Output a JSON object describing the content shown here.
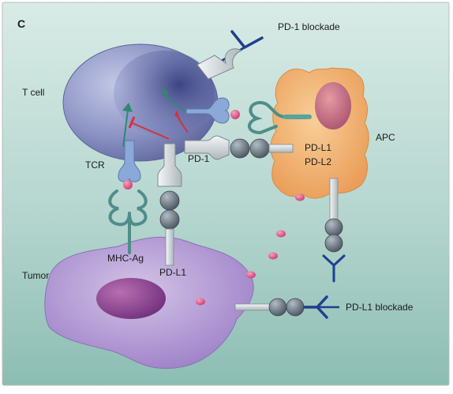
{
  "figure": {
    "panel_letter": "C",
    "labels": {
      "pd1_blockade": "PD-1 blockade",
      "t_cell": "T cell",
      "apc": "APC",
      "tcr": "TCR",
      "pd1": "PD-1",
      "pdl1_apc": "PD-L1",
      "pdl2_apc": "PD-L2",
      "mhc_ag": "MHC-Ag",
      "tumor": "Tumor",
      "pdl1_tumor": "PD-L1",
      "pdl1_blockade": "PD-L1 blockade"
    },
    "colors": {
      "background_top": "#d9ebe6",
      "background_bottom": "#8cbdb3",
      "t_cell": "#7f88be",
      "apc": "#f2b476",
      "tumor": "#b59ed2",
      "antibody": "#1f3f8e",
      "receptor_gray": "#dfe4e6",
      "ligand_beads": "#6e7a83",
      "antigen_pink": "#e0568b",
      "inhibition_red": "#d2333c",
      "activation_green": "#2e8a6e",
      "tcr_blue": "#8aa9d8",
      "mhc_teal": "#4f8d88"
    }
  }
}
